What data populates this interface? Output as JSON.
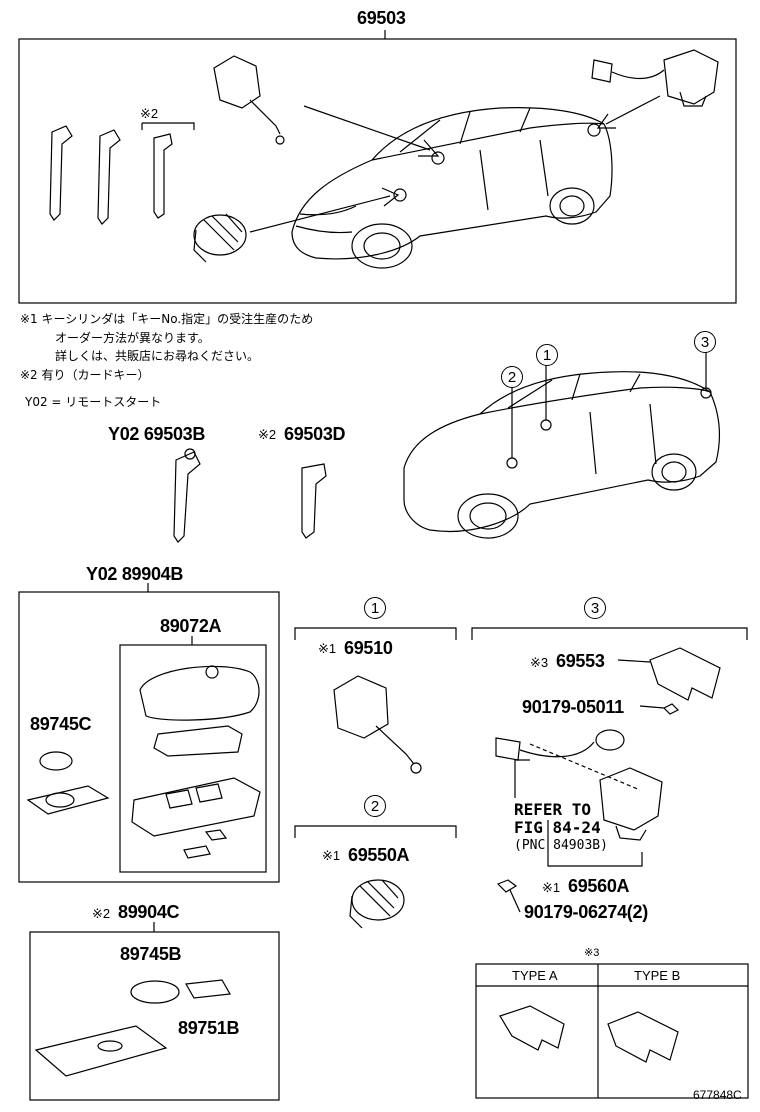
{
  "labels": {
    "p69503": "69503",
    "p69503b": "Y02 69503B",
    "p69503d": "69503D",
    "p69503d_mark": "※2",
    "mark2_top": "※2",
    "p89904b": "Y02 89904B",
    "p89072a": "89072A",
    "p89745c": "89745C",
    "p69510": "69510",
    "p69510_mark": "※1",
    "p69550a": "69550A",
    "p69550a_mark": "※1",
    "p69553": "69553",
    "p69553_mark": "※3",
    "p90179_05011": "90179-05011",
    "refer_line1": "REFER TO",
    "refer_line2": "FIG 84-24",
    "refer_line3": "(PNC 84903B)",
    "p69560a": "69560A",
    "p69560a_mark": "※1",
    "p90179_06274": "90179-06274(2)",
    "p89904c": "89904C",
    "p89904c_mark": "※2",
    "p89745b": "89745B",
    "p89751b": "89751B",
    "type_mark": "※3",
    "type_a": "TYPE A",
    "type_b": "TYPE B",
    "figure_code": "677848C"
  },
  "notes": {
    "n1_line1": "※1 キーシリンダは「キーNo.指定」の受注生産のため",
    "n1_line2": "オーダー方法が異なります。",
    "n1_line3": "詳しくは、共販店にお尋ねください。",
    "n2": "※2 有り（カードキー）",
    "y02": "Y02 = リモートスタート"
  },
  "callouts": {
    "c1": "1",
    "c2": "2",
    "c3": "3",
    "sec1": "1",
    "sec2": "2",
    "sec3": "3"
  }
}
